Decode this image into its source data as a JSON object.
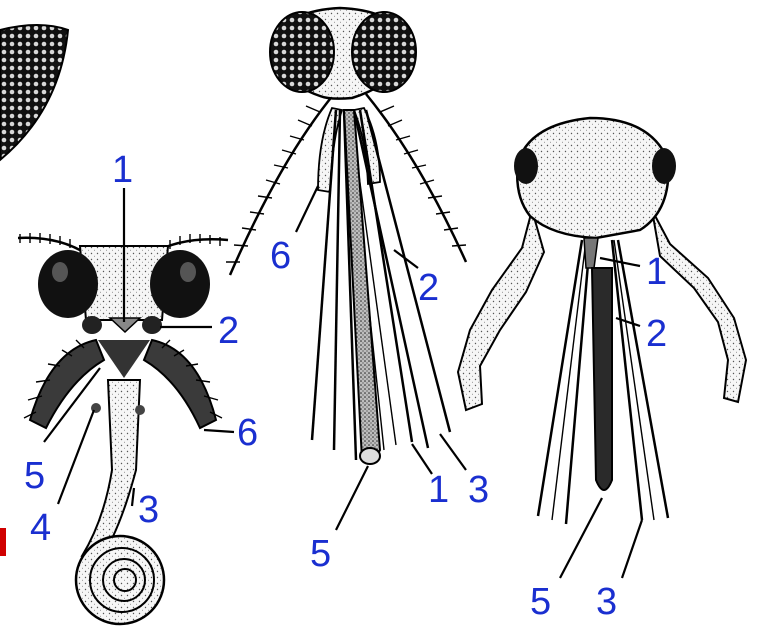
{
  "labels": {
    "butterfly": {
      "l1": "1",
      "l2": "2",
      "l3": "3",
      "l4": "4",
      "l5": "5",
      "l6": "6"
    },
    "mosquito": {
      "l1": "1",
      "l2": "2",
      "l3": "3",
      "l5": "5",
      "l6": "6"
    },
    "aphid": {
      "l1": "1",
      "l2": "2",
      "l3": "3",
      "l5": "5"
    }
  },
  "colors": {
    "label": "#1a2fd0",
    "edge_mark": "#d00000"
  }
}
